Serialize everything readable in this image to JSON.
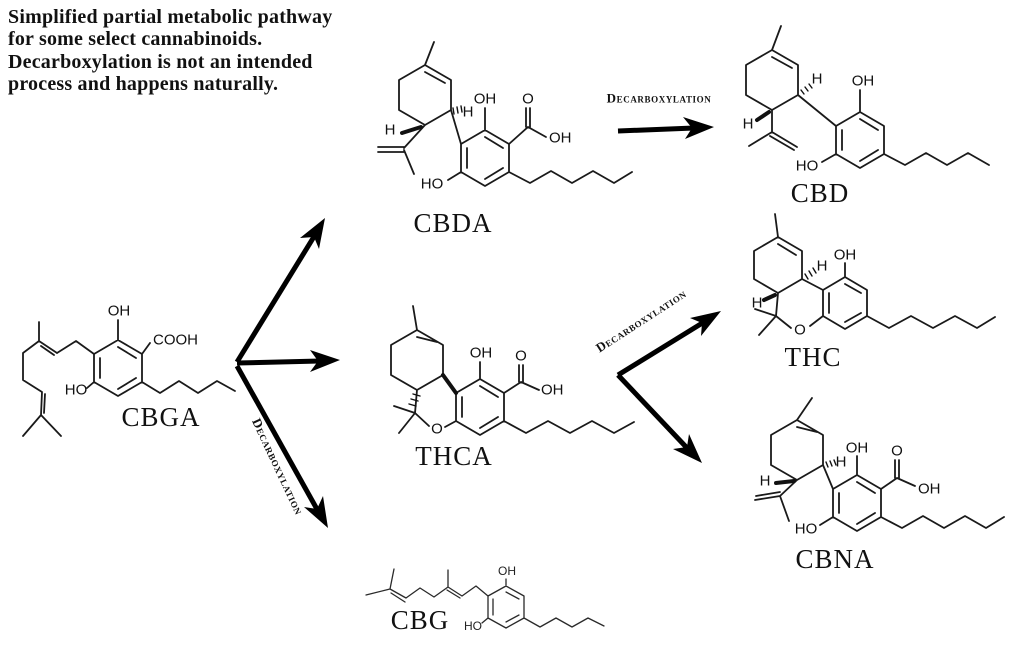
{
  "header": {
    "text": "Simplified partial metabolic pathway for some select cannabinoids.  Decarboxylation is not an intended process and happens naturally."
  },
  "annotations": {
    "arrow_cbda_cbd": "Decarboxylation",
    "arrow_thca": "Decarboxylation",
    "arrow_cbga_cbg": "Decarboxylation"
  },
  "molecules": {
    "cbga": {
      "label": "CBGA",
      "oh": "OH",
      "cooh": "COOH",
      "ho": "HO"
    },
    "cbda": {
      "label": "CBDA",
      "oh": "OH",
      "o_acid": "O",
      "oh_acid": "OH",
      "ho": "HO",
      "h1": "H",
      "h2": "H"
    },
    "cbd": {
      "label": "CBD",
      "oh": "OH",
      "ho": "HO",
      "h1": "H",
      "h2": "H"
    },
    "thca": {
      "label": "THCA",
      "oh": "OH",
      "o_acid": "O",
      "oh_acid": "OH",
      "o_ring": "O"
    },
    "thc": {
      "label": "THC",
      "oh": "OH",
      "o_ring": "O",
      "h1": "H",
      "h2": "H"
    },
    "cbna": {
      "label": "CBNA",
      "oh": "OH",
      "o_acid": "O",
      "oh_acid": "OH",
      "ho": "HO",
      "h1": "H",
      "h2": "H"
    },
    "cbg": {
      "label": "CBG",
      "oh": "OH",
      "ho": "HO"
    }
  },
  "colors": {
    "ink": "#000000",
    "background": "#ffffff"
  }
}
